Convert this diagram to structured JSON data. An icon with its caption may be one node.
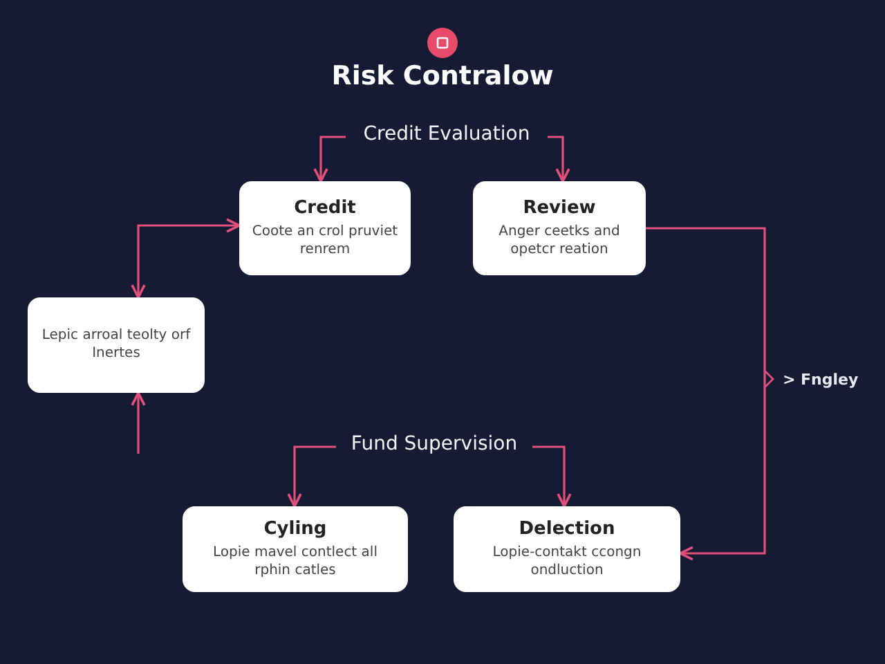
{
  "diagram": {
    "title": "Risk Contralow",
    "nodes": [
      {
        "text": [
          "Credit Evaluation"
        ]
      },
      {
        "text": [
          "Credit",
          "Coote an crol pruviet renrem"
        ]
      },
      {
        "text": [
          "Review",
          "Anger ceetks and opetcr reation"
        ]
      },
      {
        "text": [
          "Lepic arroal teolty orf Inertes"
        ]
      },
      {
        "text": [
          "Fund Supervision"
        ]
      },
      {
        "text": [
          "Cyling",
          "Lopie mavel contlect all rphin catles"
        ]
      },
      {
        "text": [
          "Delection",
          "Lopie-contakt ccongn ondluction"
        ]
      }
    ],
    "edges": [
      {
        "from": 0,
        "to": 1,
        "arrow": "to"
      },
      {
        "from": 0,
        "to": 2,
        "arrow": "to"
      },
      {
        "from": 1,
        "to": 3,
        "arrow": "both"
      },
      {
        "from": null,
        "to": 3,
        "arrow": "to"
      },
      {
        "from": 2,
        "to": 6,
        "arrow": "to"
      },
      {
        "from": 4,
        "to": 5,
        "arrow": "to"
      },
      {
        "from": 4,
        "to": 6,
        "arrow": "to"
      }
    ],
    "labels": [
      "> Fngley"
    ]
  }
}
